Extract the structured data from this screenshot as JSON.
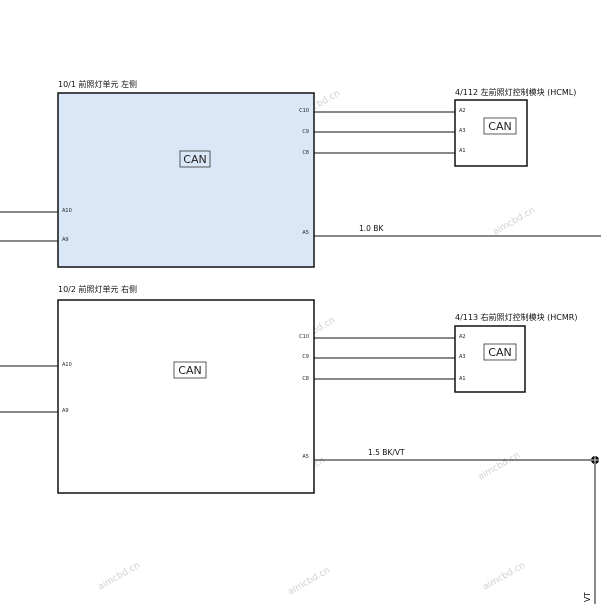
{
  "unit_left": {
    "title": "10/1 前照灯单元 左侧",
    "can_label": "CAN",
    "fill": "#d9e7f6",
    "pins": {
      "c10": "C10",
      "c9": "C9",
      "c8": "C8",
      "a10": "A10",
      "a9": "A9",
      "a5": "A5"
    }
  },
  "unit_right": {
    "title": "10/2 前照灯单元 右侧",
    "can_label": "CAN",
    "fill": "#ffffff",
    "pins": {
      "c10": "C10",
      "c9": "C9",
      "c8": "C8",
      "a10": "A10",
      "a9": "A9",
      "a5": "A5"
    }
  },
  "module_left": {
    "title": "4/112 左前照灯控制模块 (HCML)",
    "can_label": "CAN",
    "pins": {
      "a2": "A2",
      "a3": "A3",
      "a1": "A1"
    }
  },
  "module_right": {
    "title": "4/113 右前照灯控制模块 (HCMR)",
    "can_label": "CAN",
    "pins": {
      "a2": "A2",
      "a3": "A3",
      "a1": "A1"
    }
  },
  "wires": {
    "left_a5": "1.0 BK",
    "right_a5": "1.5 BK/VT",
    "vertical_partial": "VT"
  },
  "watermark_text": "aimcbd.cn",
  "colors": {
    "line": "#111111",
    "left_unit_fill": "#d9e7f6",
    "box_border": "#111111"
  }
}
